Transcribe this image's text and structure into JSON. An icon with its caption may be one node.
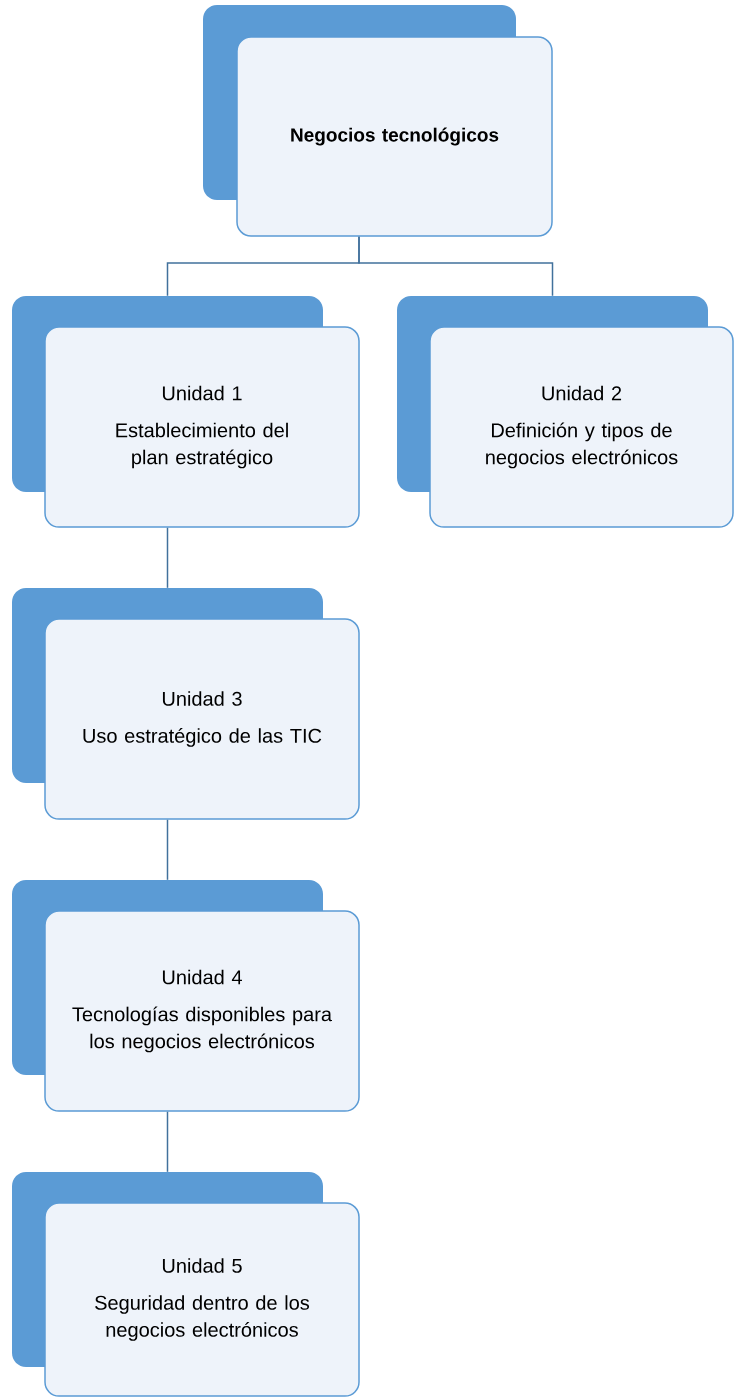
{
  "diagram": {
    "nodes": [
      {
        "text": [
          "Negocios tecnológicos"
        ]
      },
      {
        "text": [
          "Unidad 1",
          "Establecimiento del plan estratégico"
        ]
      },
      {
        "text": [
          "Unidad 2",
          "Definición y tipos de negocios electrónicos"
        ]
      },
      {
        "text": [
          "Unidad 3",
          "Uso estratégico de las TIC"
        ]
      },
      {
        "text": [
          "Unidad 4",
          "Tecnologías disponibles para los negocios electrónicos"
        ]
      },
      {
        "text": [
          "Unidad 5",
          "Seguridad dentro de los negocios electrónicos"
        ]
      }
    ],
    "edges": [
      {
        "from": 0,
        "to": 1,
        "arrow": "none"
      },
      {
        "from": 0,
        "to": 2,
        "arrow": "none"
      },
      {
        "from": 1,
        "to": 3,
        "arrow": "none"
      },
      {
        "from": 3,
        "to": 4,
        "arrow": "none"
      },
      {
        "from": 4,
        "to": 5,
        "arrow": "none"
      }
    ]
  }
}
